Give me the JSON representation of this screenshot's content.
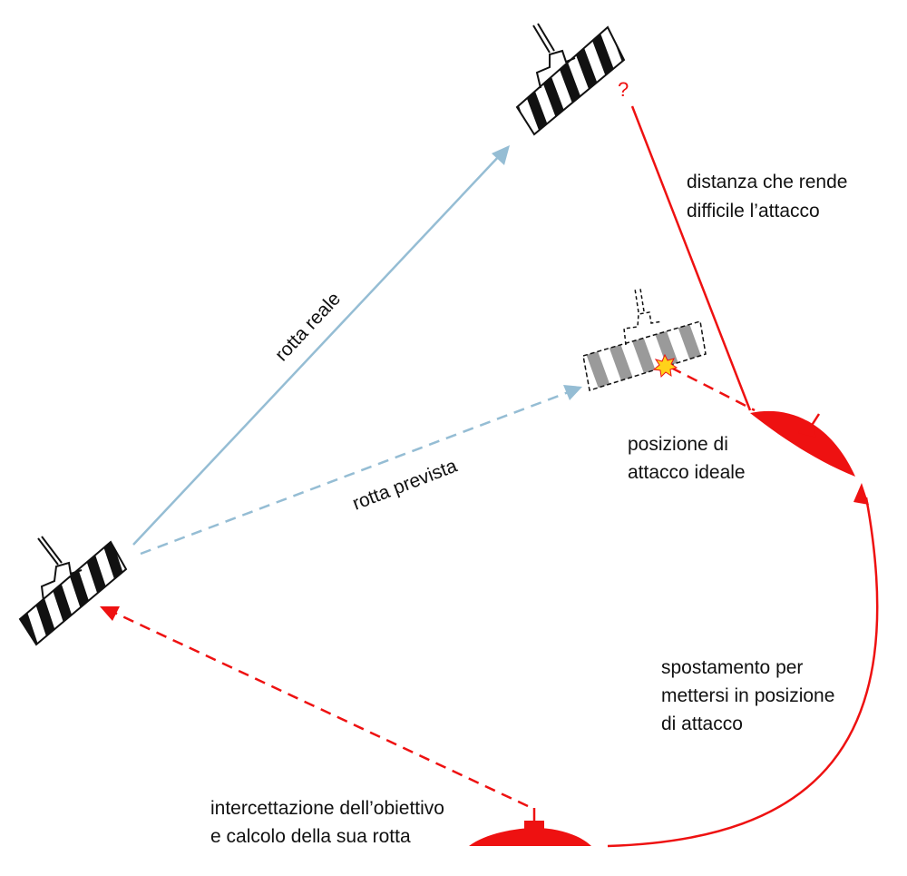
{
  "colors": {
    "route": "#95bdd4",
    "attack": "#ee1111",
    "ship_stripe": "#111111",
    "ghost_stripe": "#9a9a9a",
    "explosion": "#ffd21a"
  },
  "icons": {
    "ship": "ship-icon",
    "submarine": "submarine-icon",
    "explosion": "explosion-icon",
    "question": "question-mark-icon"
  },
  "labels": {
    "actual_course": "rotta reale",
    "predicted_course": "rotta prevista",
    "question_mark": "?",
    "distance_line1": "distanza che rende",
    "distance_line2": "difficile l’attacco",
    "ideal_line1": "posizione di",
    "ideal_line2": "attacco ideale",
    "move_line1": "spostamento per",
    "move_line2": "mettersi in posizione",
    "move_line3": "di attacco",
    "intercept_line1": "intercettazione dell’obiettivo",
    "intercept_line2": "e calcolo della sua rotta"
  }
}
